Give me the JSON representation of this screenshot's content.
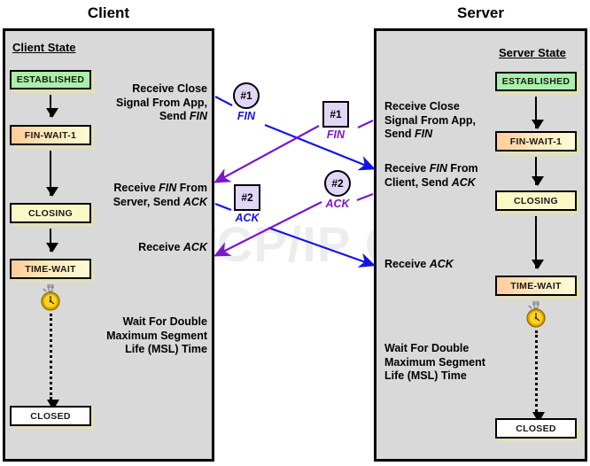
{
  "headers": {
    "client": "Client",
    "server": "Server"
  },
  "watermark": "The TCP/IP Guide",
  "client_panel": {
    "label": "Client State",
    "states": [
      {
        "name": "ESTABLISHED",
        "style": "established"
      },
      {
        "name": "FIN-WAIT-1",
        "style": "finwait"
      },
      {
        "name": "CLOSING",
        "style": "closing"
      },
      {
        "name": "TIME-WAIT",
        "style": "timewait"
      },
      {
        "name": "CLOSED",
        "style": "closed"
      }
    ],
    "events": [
      {
        "line1": "Receive Close",
        "line2": "Signal From App,",
        "line3_pre": "Send ",
        "line3_em": "FIN",
        "line3_post": ""
      },
      {
        "line1_pre": "Receive ",
        "line1_em": "FIN",
        "line1_post": " From",
        "line2_pre": "Server, Send ",
        "line2_em": "ACK",
        "line2_post": ""
      },
      {
        "line1_pre": "Receive ",
        "line1_em": "ACK",
        "line1_post": ""
      },
      {
        "line1": "Wait For Double",
        "line2": "Maximum Segment",
        "line3": "Life (MSL) Time"
      }
    ]
  },
  "server_panel": {
    "label": "Server State",
    "states": [
      {
        "name": "ESTABLISHED",
        "style": "established"
      },
      {
        "name": "FIN-WAIT-1",
        "style": "finwait"
      },
      {
        "name": "CLOSING",
        "style": "closing"
      },
      {
        "name": "TIME-WAIT",
        "style": "timewait"
      },
      {
        "name": "CLOSED",
        "style": "closed"
      }
    ],
    "events": [
      {
        "line1": "Receive Close",
        "line2": "Signal From App,",
        "line3_pre": "Send ",
        "line3_em": "FIN",
        "line3_post": ""
      },
      {
        "line1_pre": "Receive ",
        "line1_em": "FIN",
        "line1_post": " From",
        "line2_pre": "Client, Send ",
        "line2_em": "ACK",
        "line2_post": ""
      },
      {
        "line1_pre": "Receive ",
        "line1_em": "ACK",
        "line1_post": ""
      },
      {
        "line1": "Wait For Double",
        "line2": "Maximum Segment",
        "line3": "Life (MSL) Time"
      }
    ]
  },
  "badges": [
    {
      "id": "client-fin",
      "num": "#1",
      "segment": "FIN",
      "shape": "circle",
      "color": "blue"
    },
    {
      "id": "server-fin",
      "num": "#1",
      "segment": "FIN",
      "shape": "square",
      "color": "purple"
    },
    {
      "id": "client-ack",
      "num": "#2",
      "segment": "ACK",
      "shape": "square",
      "color": "blue"
    },
    {
      "id": "server-ack",
      "num": "#2",
      "segment": "ACK",
      "shape": "circle",
      "color": "purple"
    }
  ],
  "colors": {
    "client_to_server_arrow": "#1414e6",
    "server_to_client_arrow": "#7a18c8",
    "panel_background": "#d9d9d9",
    "established": "#aaf0aa",
    "closing": "#fbf8c8",
    "badge_fill": "#e0d6f5",
    "shadow": "#e2e0b8",
    "watermark": "#ededed"
  },
  "icons": {
    "timer": "stopwatch-icon"
  }
}
